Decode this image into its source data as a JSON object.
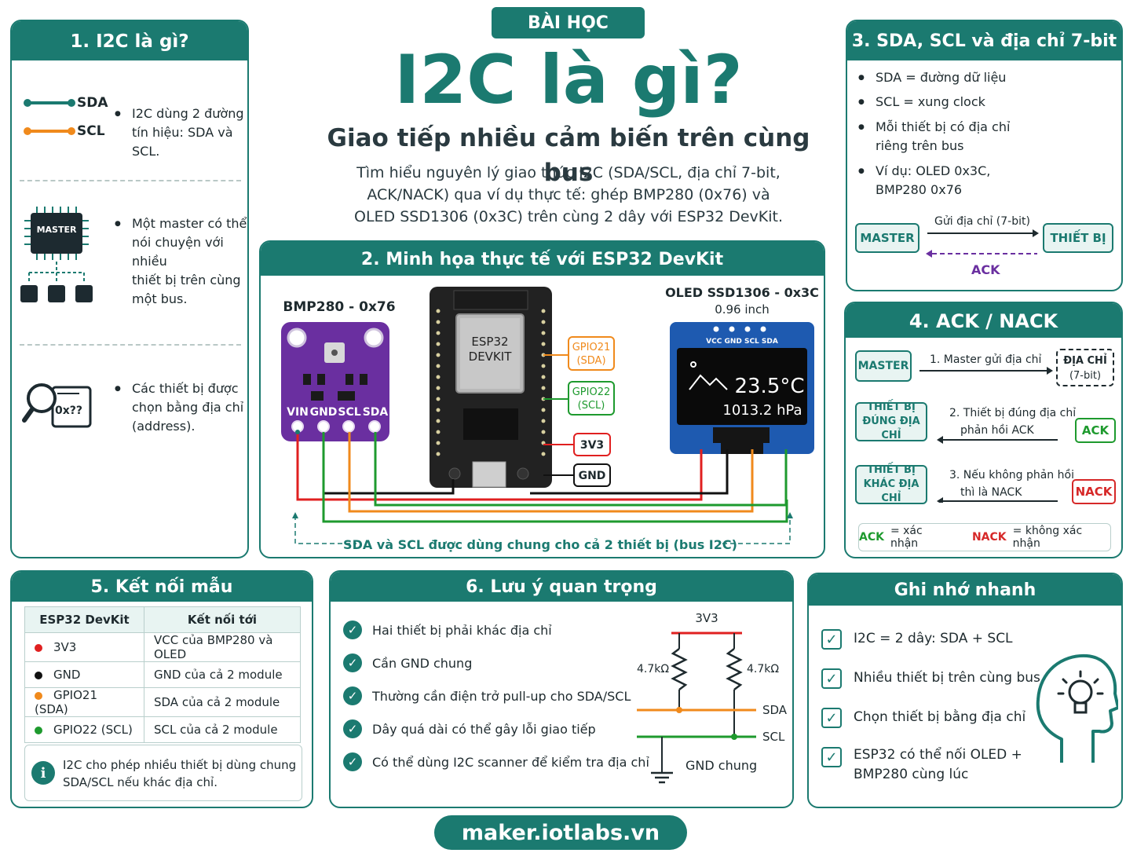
{
  "header": {
    "badge": "BÀI HỌC",
    "title": "I2C là gì?",
    "subtitle": "Giao tiếp nhiều cảm biến trên cùng bus",
    "desc1": "Tìm hiểu nguyên lý giao thức I2C (SDA/SCL, địa chỉ 7-bit,",
    "desc2": "ACK/NACK) qua ví dụ thực tế: ghép BMP280 (0x76) và",
    "desc3": "OLED SSD1306 (0x3C) trên cùng 2 dây với ESP32 DevKit."
  },
  "s1": {
    "title": "1. I2C là gì?",
    "sda": "SDA",
    "scl": "SCL",
    "t1a": "I2C dùng 2 đường",
    "t1b": "tín hiệu: SDA và SCL.",
    "master": "MASTER",
    "t2a": "Một master có thể",
    "t2b": "nói chuyện với nhiều",
    "t2c": "thiết bị trên cùng",
    "t2d": "một bus.",
    "addr": "0x??",
    "t3a": "Các thiết bị được",
    "t3b": "chọn bằng địa chỉ",
    "t3c": "(address)."
  },
  "s2": {
    "title": "2. Minh họa thực tế với ESP32 DevKit",
    "bmp_label": "BMP280 - 0x76",
    "esp_l1": "ESP32",
    "esp_l2": "DEVKIT",
    "oled_label": "OLED SSD1306 - 0x3C",
    "oled_size": "0.96 inch",
    "oled_pins": "VCC GND SCL SDA",
    "temp": "23.5°C",
    "pressure": "1013.2 hPa",
    "pins": [
      "VIN",
      "GND",
      "SCL",
      "SDA"
    ],
    "gpio21": "GPIO21",
    "gpio21s": "(SDA)",
    "gpio22": "GPIO22",
    "gpio22s": "(SCL)",
    "v33": "3V3",
    "gnd": "GND",
    "bus_note": "SDA và SCL được dùng chung cho cả 2 thiết bị (bus I2C)"
  },
  "s3": {
    "title": "3. SDA, SCL và địa chỉ 7-bit",
    "b1": "SDA = đường dữ liệu",
    "b2": "SCL = xung clock",
    "b3a": "Mỗi thiết bị có địa chỉ",
    "b3b": "riêng trên bus",
    "b4a": "Ví dụ: OLED 0x3C,",
    "b4b": "BMP280 0x76",
    "master": "MASTER",
    "send": "Gửi địa chỉ (7-bit)",
    "device": "THIẾT BỊ",
    "ack": "ACK"
  },
  "s4": {
    "title": "4. ACK / NACK",
    "master": "MASTER",
    "step1": "1. Master gửi địa chỉ",
    "addr_a": "ĐỊA CHỈ",
    "addr_b": "(7-bit)",
    "dev_ok_a": "THIẾT BỊ",
    "dev_ok_b": "ĐÚNG ĐỊA CHỈ",
    "step2a": "2. Thiết bị đúng địa chỉ",
    "step2b": "phản hồi ACK",
    "ack": "ACK",
    "dev_x_a": "THIẾT BỊ",
    "dev_x_b": "KHÁC ĐỊA CHỈ",
    "step3a": "3. Nếu không phản hồi",
    "step3b": "thì là NACK",
    "nack": "NACK",
    "legend_ack": "ACK",
    "legend_ack_t": "= xác nhận",
    "legend_nack": "NACK",
    "legend_nack_t": "= không xác nhận"
  },
  "s5": {
    "title": "5. Kết nối mẫu",
    "col1": "ESP32 DevKit",
    "col2": "Kết nối tới",
    "rows": [
      {
        "pin": "3V3",
        "to": "VCC của BMP280 và OLED",
        "color": "#e02020"
      },
      {
        "pin": "GND",
        "to": "GND của cả 2 module",
        "color": "#111111"
      },
      {
        "pin": "GPIO21 (SDA)",
        "to": "SDA của cả 2 module",
        "color": "#f08a1c"
      },
      {
        "pin": "GPIO22 (SCL)",
        "to": "SCL của cả 2 module",
        "color": "#1e9a2e"
      }
    ],
    "note1": "I2C cho phép nhiều thiết bị dùng chung",
    "note2": "SDA/SCL nếu khác địa chỉ."
  },
  "s6": {
    "title": "6. Lưu ý quan trọng",
    "items": [
      "Hai thiết bị phải khác địa chỉ",
      "Cần GND chung",
      "Thường cần điện trở pull-up cho SDA/SCL",
      "Dây quá dài có thể gây lỗi giao tiếp",
      "Có thể dùng I2C scanner để kiểm tra địa chỉ"
    ],
    "v33": "3V3",
    "r1": "4.7kΩ",
    "r2": "4.7kΩ",
    "sda": "SDA",
    "scl": "SCL",
    "gnd": "GND chung"
  },
  "s7": {
    "title": "Ghi nhớ nhanh",
    "i1": "I2C = 2 dây: SDA + SCL",
    "i2": "Nhiều thiết bị trên cùng bus",
    "i3": "Chọn thiết bị bằng địa chỉ",
    "i4a": "ESP32 có thể nối OLED +",
    "i4b": "BMP280 cùng lúc"
  },
  "footer": "maker.iotlabs.vn",
  "colors": {
    "teal": "#1b7a70",
    "sda": "#f08a1c",
    "scl": "#1e9a2e",
    "vcc": "#e02020",
    "gnd": "#111111",
    "purple": "#6a2fa0",
    "nack": "#d62828"
  }
}
